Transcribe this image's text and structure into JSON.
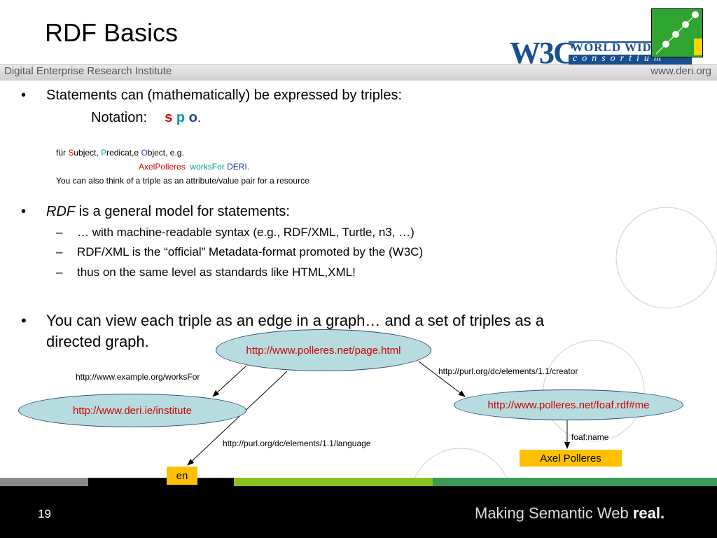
{
  "slide": {
    "title": "RDF Basics",
    "slide_number": "19"
  },
  "header": {
    "organization": "Digital Enterprise Research Institute",
    "url": "www.deri.org",
    "logo": {
      "letters": "W3C",
      "line1": "WORLD WIDE WEB",
      "line2": "consortium",
      "reg": "®"
    }
  },
  "content": {
    "bullet1": "Statements can (mathematically) be expressed by triples:",
    "notation_label": "Notation:",
    "notation_s": "s",
    "notation_p": "p",
    "notation_o": "o",
    "notation_dot": ".",
    "explain_fur": "für ",
    "explain_s": "S",
    "explain_subject": "ubject, ",
    "explain_p": "P",
    "explain_predicate": "redicat,e ",
    "explain_o": "O",
    "explain_object": "bject, e.g.",
    "example_s": "AxelPolleres",
    "example_p": "worksFor",
    "example_o": "DERI.",
    "explain_attr": "You can also think of a triple as an attribute/value pair for a resource",
    "bullet2_em": "RDF",
    "bullet2_rest": " is a general model for statements:",
    "sub1": "… with machine-readable syntax (e.g., RDF/XML, Turtle, n3, …)",
    "sub2": "RDF/XML is the “official” Metadata-format promoted by the (W3C)",
    "sub3": "thus on the same level as standards like HTML,XML!",
    "bullet3_line1": "You can view each triple as an edge in a graph… and a set  of triples as a",
    "bullet3_line2": "directed graph."
  },
  "graph": {
    "nodes": {
      "page": "http://www.polleres.net/page.html",
      "deri": "http://www.deri.ie/institute",
      "foaf": "http://www.polleres.net/foaf.rdf#me"
    },
    "literals": {
      "en": "en",
      "name": "Axel Polleres"
    },
    "edges": {
      "worksFor": "http://www.example.org/worksFor",
      "creator": "http://purl.org/dc/elements/1.1/creator",
      "language": "http://purl.org/dc/elements/1.1/language",
      "foafname": "foaf:name"
    }
  },
  "footer": {
    "tagline_prefix": "Making Semantic Web ",
    "tagline_bold": "real."
  },
  "colors": {
    "red": "#cc0000",
    "teal": "#009999",
    "blue": "#1f3f9f",
    "node_fill": "#b7dce0",
    "literal_fill": "#ffc000",
    "footer_green": "#8cc21f"
  }
}
